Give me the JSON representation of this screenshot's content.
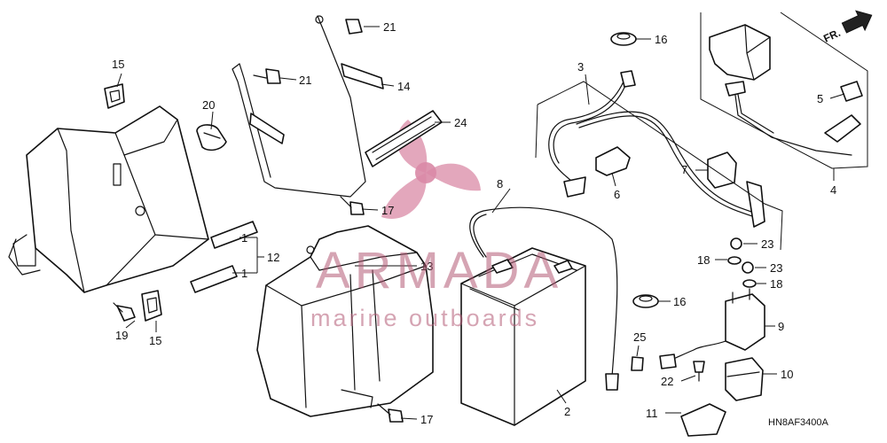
{
  "diagram": {
    "drawing_code": "HN8AF3400A",
    "front_marker": "FR.",
    "watermark": {
      "brand": "ARMADA",
      "tagline": "marine outboards",
      "color": "#b45a76"
    },
    "callouts": {
      "c1a": "1",
      "c1b": "1",
      "c2": "2",
      "c3": "3",
      "c4": "4",
      "c5": "5",
      "c6": "6",
      "c7": "7",
      "c8": "8",
      "c9": "9",
      "c10": "10",
      "c11": "11",
      "c12": "12",
      "c13": "13",
      "c14": "14",
      "c15a": "15",
      "c15b": "15",
      "c16a": "16",
      "c16b": "16",
      "c17a": "17",
      "c17b": "17",
      "c18a": "18",
      "c18b": "18",
      "c19": "19",
      "c20": "20",
      "c21a": "21",
      "c21b": "21",
      "c22": "22",
      "c23a": "23",
      "c23b": "23",
      "c24": "24",
      "c25": "25"
    }
  }
}
